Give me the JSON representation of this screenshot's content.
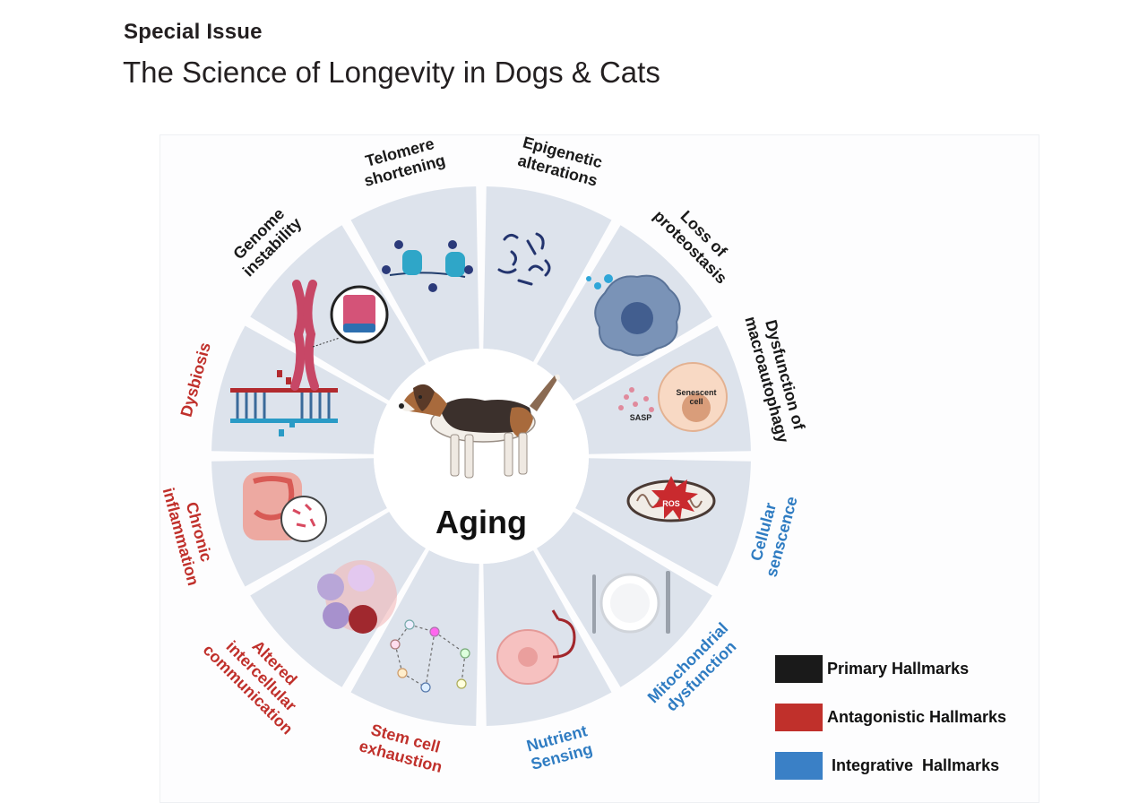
{
  "header": {
    "kicker": "Special Issue",
    "headline": "The Science of Longevity in Dogs & Cats"
  },
  "diagram": {
    "center_label": "Aging",
    "segments": [
      {
        "id": "epigenetic",
        "lines": [
          "Epigenetic",
          "alterations"
        ],
        "category": "primary",
        "icon": "nucleosome-icon"
      },
      {
        "id": "proteostasis",
        "lines": [
          "Loss of",
          "proteostasis"
        ],
        "category": "primary",
        "icon": "misfolded-protein-icon"
      },
      {
        "id": "macroautophagy",
        "lines": [
          "Dysfunction of",
          "macroautophagy"
        ],
        "category": "primary",
        "icon": "autophagy-cell-icon"
      },
      {
        "id": "senescence",
        "lines": [
          "Cellular",
          "senscence"
        ],
        "category": "integrative",
        "icon": "senescent-cell-icon",
        "inner_labels": [
          "Senescent",
          "cell",
          "SASP"
        ]
      },
      {
        "id": "mitochondrial",
        "lines": [
          "Mitochondrial",
          "dysfunction"
        ],
        "category": "integrative",
        "icon": "mitochondrion-icon",
        "inner_labels": [
          "ROS"
        ]
      },
      {
        "id": "nutrient",
        "lines": [
          "Nutrient",
          "Sensing"
        ],
        "category": "integrative",
        "icon": "plate-fork-knife-icon"
      },
      {
        "id": "stemcell",
        "lines": [
          "Stem cell",
          "exhaustion"
        ],
        "category": "antagonistic",
        "icon": "stem-cell-icon"
      },
      {
        "id": "intercellular",
        "lines": [
          "Altered",
          "intercellular",
          "communication"
        ],
        "category": "antagonistic",
        "icon": "cell-network-icon"
      },
      {
        "id": "inflammation",
        "lines": [
          "Chronic",
          "inflammation"
        ],
        "category": "antagonistic",
        "icon": "immune-cells-icon"
      },
      {
        "id": "dysbiosis",
        "lines": [
          "Dysbiosis"
        ],
        "category": "antagonistic",
        "icon": "gut-microbiome-icon"
      },
      {
        "id": "genome",
        "lines": [
          "Genome",
          "instability"
        ],
        "category": "primary",
        "icon": "broken-dna-icon"
      },
      {
        "id": "telomere",
        "lines": [
          "Telomere",
          "shortening"
        ],
        "category": "primary",
        "icon": "chromosome-telomere-icon"
      }
    ],
    "center_icon": "beagle-dog-icon"
  },
  "legend": {
    "items": [
      {
        "label": "Primary Hallmarks",
        "color": "#1a1a1a"
      },
      {
        "label": "Antagonistic Hallmarks",
        "color": "#c0302b"
      },
      {
        "label": " Integrative  Hallmarks",
        "color": "#3a80c6"
      }
    ]
  },
  "colors": {
    "primary": "#1a1a1a",
    "antagonistic": "#c0302b",
    "integrative": "#2f7cc2",
    "segment_fill": "#dde3ec",
    "divider": "#ffffff"
  }
}
